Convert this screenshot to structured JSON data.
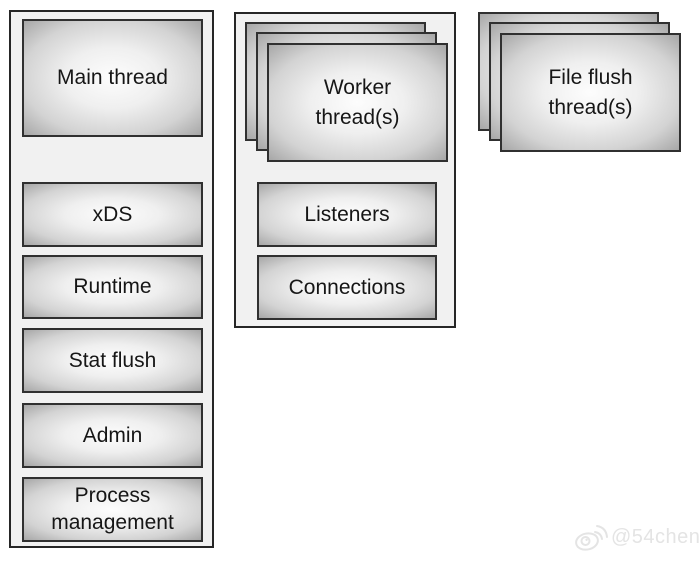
{
  "diagram": {
    "main_group": {
      "title": "Main thread",
      "items": [
        "xDS",
        "Runtime",
        "Stat flush",
        "Admin",
        "Process\nmanagement"
      ]
    },
    "worker_group": {
      "title": "Worker\nthread(s)",
      "items": [
        "Listeners",
        "Connections"
      ]
    },
    "file_flush_stack": {
      "title": "File flush\nthread(s)"
    }
  },
  "watermark": {
    "text": "@54chen",
    "icon": "weibo-logo-icon",
    "color": "#e4e4e4"
  },
  "colors": {
    "page_background": "#ffffff",
    "container_fill": "#f1f1f1",
    "container_border": "#262626",
    "box_border": "#303030",
    "box_gradient_center": "#fdfdfd",
    "box_gradient_edge": "#a7a7a7",
    "text": "#161616"
  }
}
